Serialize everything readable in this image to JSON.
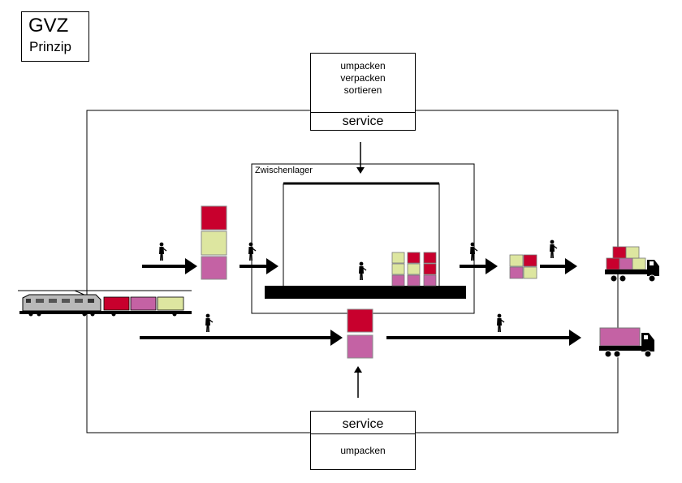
{
  "title": {
    "main": "GVZ",
    "sub": "Prinzip"
  },
  "service_top": {
    "tasks": [
      "umpacken",
      "verpacken",
      "sortieren"
    ],
    "label": "service"
  },
  "service_bottom": {
    "label": "service",
    "tasks": [
      "umpacken"
    ]
  },
  "warehouse": {
    "label": "Zwischenlager"
  },
  "colors": {
    "red": "#c8002d",
    "yellow": "#dde6a0",
    "pink": "#c462a4",
    "black": "#000000",
    "locomotive": "#b9b9b9"
  },
  "icons": [
    "train-icon",
    "truck-icon",
    "person-icon",
    "arrow-icon"
  ]
}
